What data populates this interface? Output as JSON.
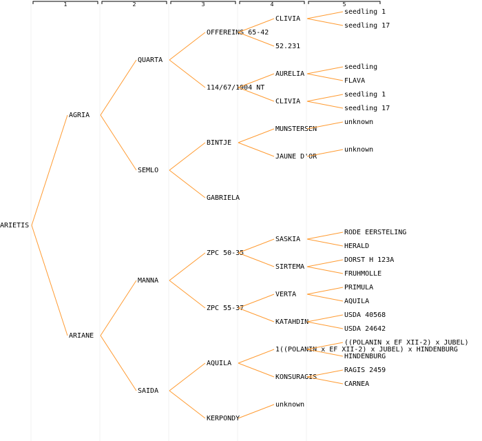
{
  "pedigree": {
    "generation_headers": [
      "1",
      "2",
      "3",
      "4",
      "5"
    ],
    "root": {
      "label": "ARIETIS",
      "children": [
        {
          "label": "AGRIA",
          "children": [
            {
              "label": "QUARTA",
              "children": [
                {
                  "label": "OFFEREINS 65-42",
                  "children": [
                    {
                      "label": "CLIVIA",
                      "children": [
                        {
                          "label": "seedling 1"
                        },
                        {
                          "label": "seedling 17"
                        }
                      ]
                    },
                    {
                      "label": "52.231"
                    }
                  ]
                },
                {
                  "label": "114/67/1904 NT",
                  "children": [
                    {
                      "label": "AURELIA",
                      "children": [
                        {
                          "label": "seedling"
                        },
                        {
                          "label": "FLAVA"
                        }
                      ]
                    },
                    {
                      "label": "CLIVIA",
                      "children": [
                        {
                          "label": "seedling 1"
                        },
                        {
                          "label": "seedling 17"
                        }
                      ]
                    }
                  ]
                }
              ]
            },
            {
              "label": "SEMLO",
              "children": [
                {
                  "label": "BINTJE",
                  "children": [
                    {
                      "label": "MUNSTERSEN",
                      "children": [
                        {
                          "label": "unknown"
                        }
                      ]
                    },
                    {
                      "label": "JAUNE D'OR",
                      "children": [
                        {
                          "label": "unknown"
                        }
                      ]
                    }
                  ]
                },
                {
                  "label": "GABRIELA"
                }
              ]
            }
          ]
        },
        {
          "label": "ARIANE",
          "children": [
            {
              "label": "MANNA",
              "children": [
                {
                  "label": "ZPC 50-35",
                  "children": [
                    {
                      "label": "SASKIA",
                      "children": [
                        {
                          "label": "RODE EERSTELING"
                        },
                        {
                          "label": "HERALD"
                        }
                      ]
                    },
                    {
                      "label": "SIRTEMA",
                      "children": [
                        {
                          "label": "DORST H 123A"
                        },
                        {
                          "label": "FRUHMOLLE"
                        }
                      ]
                    }
                  ]
                },
                {
                  "label": "ZPC 55-37",
                  "children": [
                    {
                      "label": "VERTA",
                      "children": [
                        {
                          "label": "PRIMULA"
                        },
                        {
                          "label": "AQUILA"
                        }
                      ]
                    },
                    {
                      "label": "KATAHDIN",
                      "children": [
                        {
                          "label": "USDA 40568"
                        },
                        {
                          "label": "USDA 24642"
                        }
                      ]
                    }
                  ]
                }
              ]
            },
            {
              "label": "SAIDA",
              "children": [
                {
                  "label": "AQUILA",
                  "children": [
                    {
                      "label": "1((POLANIN x EF XII-2) x JUBEL) x HINDENBURG",
                      "children": [
                        {
                          "label": "((POLANIN x EF XII-2) x JUBEL)"
                        },
                        {
                          "label": "HINDENBURG"
                        }
                      ]
                    },
                    {
                      "label": "KONSURAGIS",
                      "children": [
                        {
                          "label": "RAGIS 2459"
                        },
                        {
                          "label": "CARNEA"
                        }
                      ]
                    }
                  ]
                },
                {
                  "label": "KERPONDY",
                  "children": [
                    {
                      "label": "unknown"
                    }
                  ]
                }
              ]
            }
          ]
        }
      ]
    }
  }
}
